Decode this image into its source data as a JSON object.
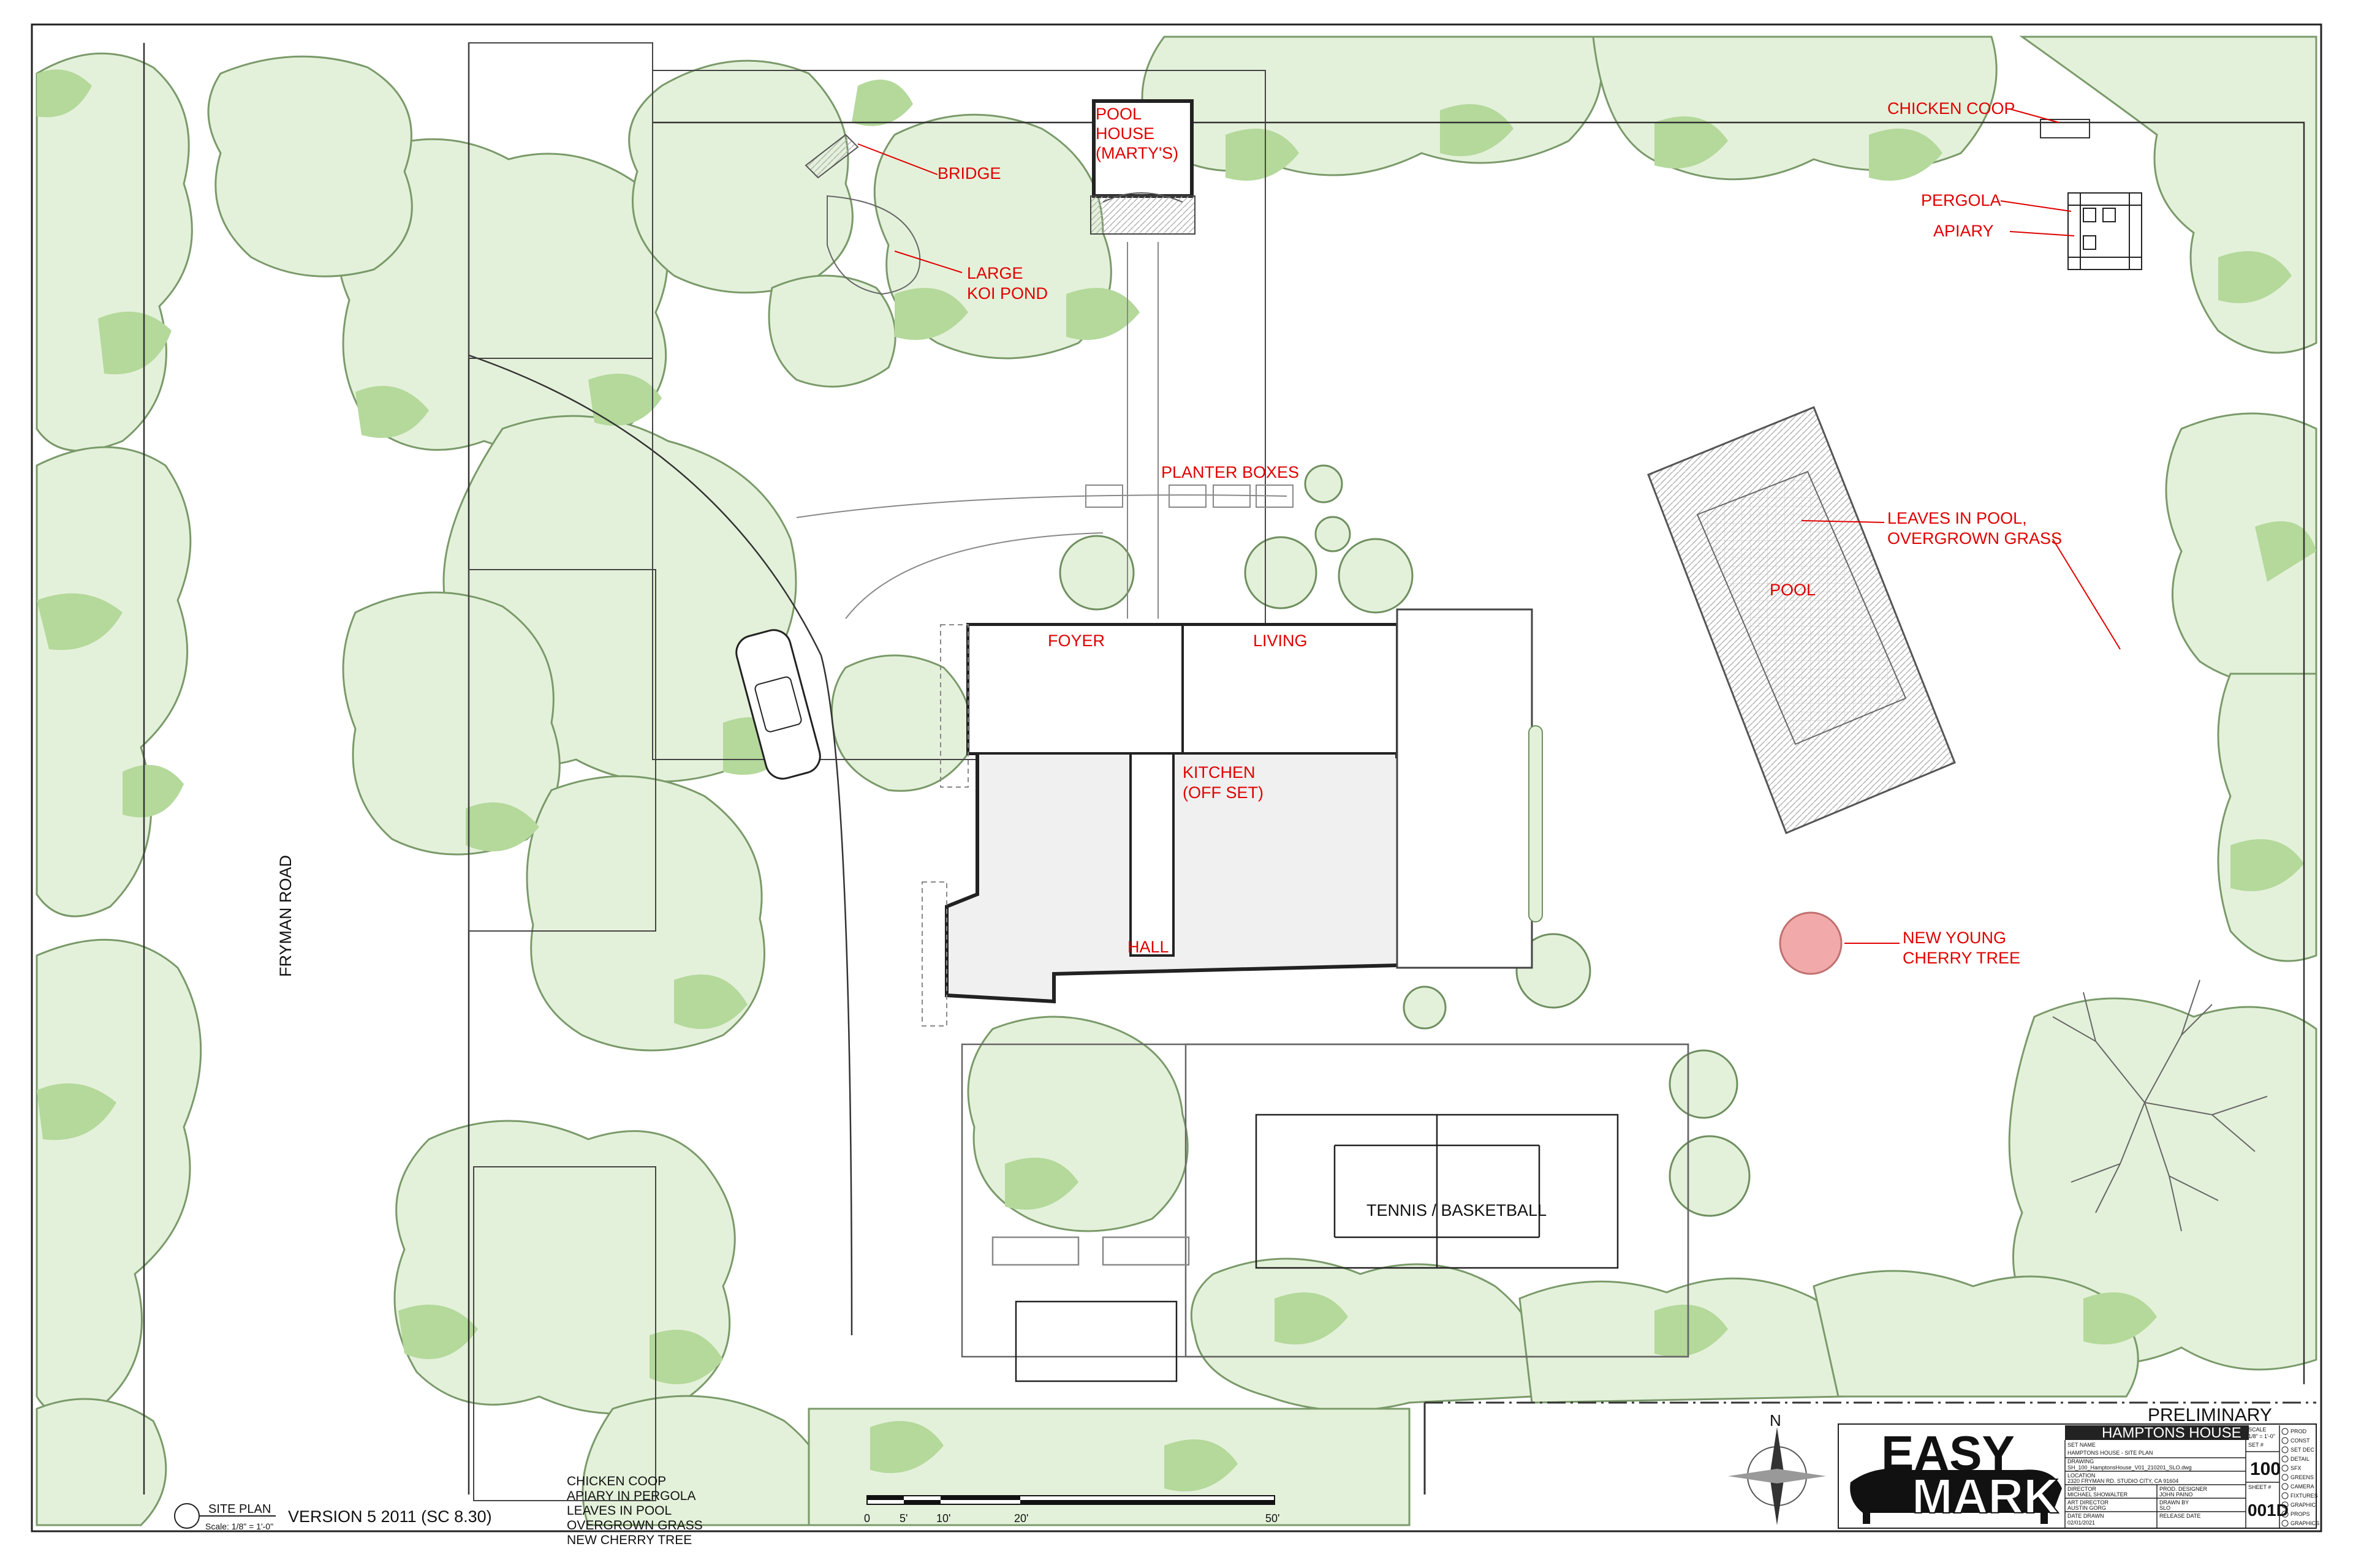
{
  "labels": {
    "pool_house": [
      "POOL",
      "HOUSE",
      "(MARTY'S)"
    ],
    "bridge": "BRIDGE",
    "koi_pond": [
      "LARGE",
      "KOI POND"
    ],
    "chicken_coop": "CHICKEN COOP",
    "pergola": "PERGOLA",
    "apiary": "APIARY",
    "planter_boxes": "PLANTER BOXES",
    "leaves_in_pool": [
      "LEAVES IN POOL,",
      "OVERGROWN GRASS"
    ],
    "pool": "POOL",
    "foyer": "FOYER",
    "living": "LIVING",
    "kitchen": [
      "KITCHEN",
      "(OFF SET)"
    ],
    "hall": "HALL",
    "new_cherry_tree": [
      "NEW YOUNG",
      "CHERRY TREE"
    ],
    "tennis": "TENNIS / BASKETBALL",
    "road": "FRYMAN ROAD"
  },
  "footer": {
    "site_plan": "SITE PLAN",
    "scale": "Scale: 1/8\" = 1'-0\"",
    "version": "VERSION 5  2011   (SC 8.30)",
    "notes": [
      "CHICKEN COOP",
      "APIARY IN PERGOLA",
      "LEAVES IN POOL",
      "OVERGROWN GRASS",
      "NEW CHERRY TREE"
    ],
    "scale_bar": [
      "0",
      "5'",
      "10'",
      "20'",
      "50'"
    ],
    "north": "N"
  },
  "title_block": {
    "status": "PRELIMINARY",
    "project": "HAMPTONS HOUSE",
    "logo": [
      "EASY",
      "MARK"
    ],
    "set_name_label": "SET NAME",
    "set_name": "HAMPTONS HOUSE -  SITE PLAN",
    "drawing_label": "DRAWING",
    "drawing": "SH_100_HamptonsHouse_V01_210201_SLO.dwg",
    "location_label": "LOCATION",
    "location": "2320 FRYMAN RD.   STUDIO CITY, CA   91604",
    "director_label": "DIRECTOR",
    "director": "MICHAEL SHOWALTER",
    "prod_designer_label": "PROD. DESIGNER",
    "prod_designer": "JOHN PAINO",
    "art_director_label": "ART DIRECTOR",
    "art_director": "AUSTIN GORG",
    "drawn_by_label": "DRAWN BY",
    "drawn_by": "SLO",
    "date_label": "DATE DRAWN",
    "date": "02/01/2021",
    "release_label": "RELEASE DATE",
    "scale_label": "SCALE",
    "scale_value": "1/8\" = 1'-0\"",
    "set_label": "SET #",
    "set_number": "100",
    "sheet_label": "SHEET #",
    "sheet_number": "001D",
    "departments": [
      "PROD",
      "CONST",
      "SET DEC",
      "DETAIL",
      "SFX",
      "GREENS",
      "CAMERA",
      "FIXTURES",
      "GRAPHIC",
      "PROPS",
      "GRAPHICS"
    ]
  },
  "colors": {
    "tree_fill": "#e4f1da",
    "tree_canopy": "#b4d99b",
    "label_red": "#e00000",
    "house_fill": "#f0f0f0",
    "cherry_tree": "#f2a9a9"
  }
}
